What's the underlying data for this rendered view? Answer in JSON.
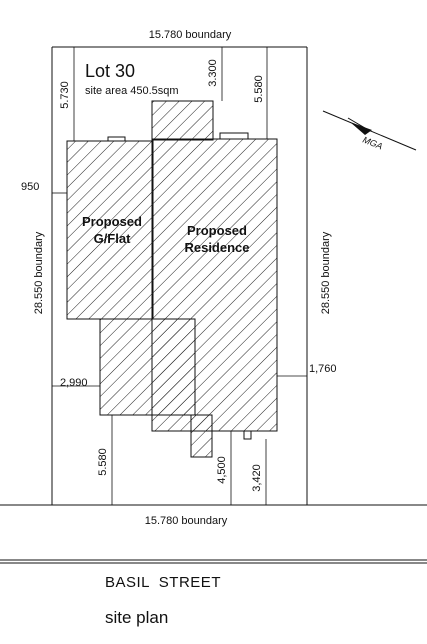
{
  "plan": {
    "lot_label": "Lot 30",
    "site_area": "site area 450.5sqm",
    "street_name": "BASIL  STREET",
    "caption": "site plan",
    "north_label": "MGA"
  },
  "boundaries": {
    "top": "15.780 boundary",
    "bottom": "15.780 boundary",
    "left": "28.550 boundary",
    "right": "28.550 boundary"
  },
  "dimensions": {
    "flat_front_setback": "5.730",
    "residence_front_setback": "3.300",
    "residence_side_setback": "5.580",
    "flat_side_setback": "950",
    "residence_right_setback": "1,760",
    "lower_left_setback": "2,990",
    "lower_rear_setback": "5.580",
    "rear_setback_a": "4,500",
    "rear_setback_b": "3,420"
  },
  "buildings": {
    "flat": [
      "Proposed",
      "G/Flat"
    ],
    "residence": [
      "Proposed",
      "Residence"
    ]
  }
}
